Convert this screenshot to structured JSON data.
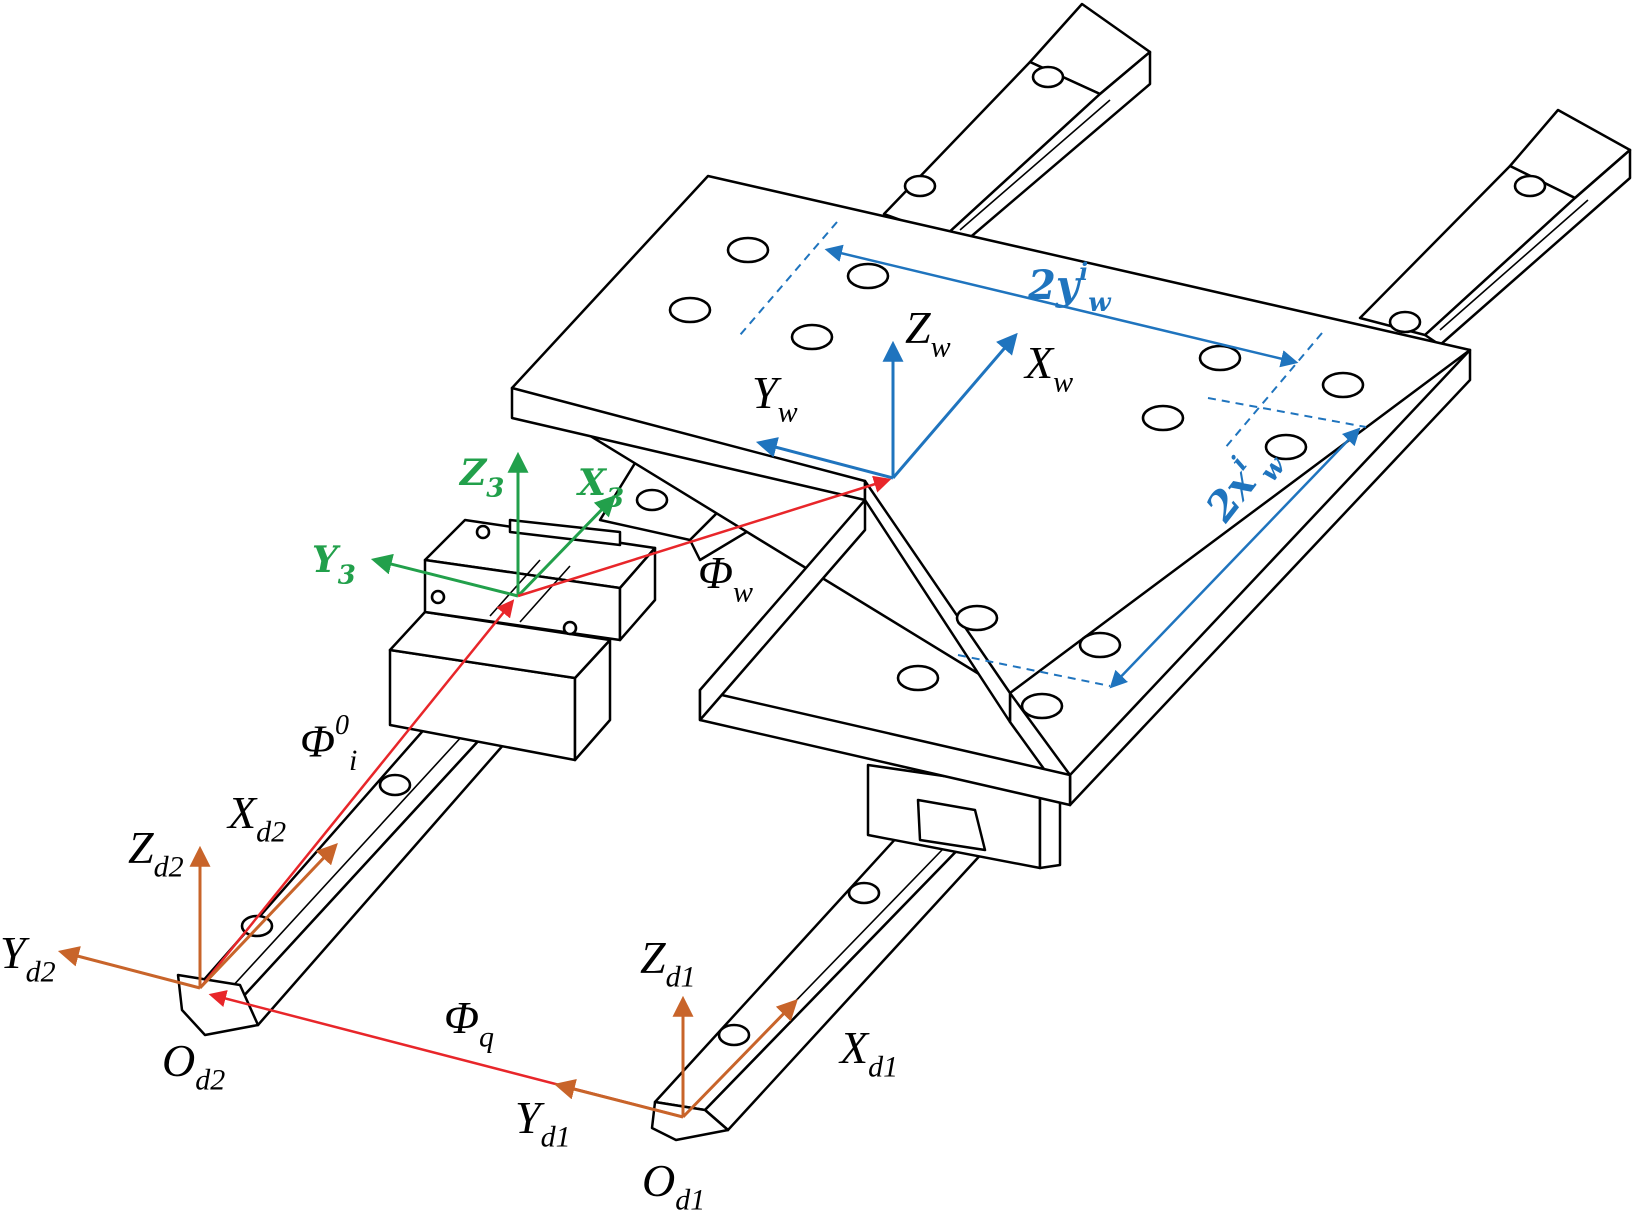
{
  "colors": {
    "red": "#e8262a",
    "blue": "#1f74be",
    "green": "#22a04b",
    "orange": "#c8642a",
    "black": "#000000"
  },
  "labels": {
    "zw": {
      "main": "Z",
      "sub": "w"
    },
    "xw": {
      "main": "X",
      "sub": "w"
    },
    "yw": {
      "main": "Y",
      "sub": "w"
    },
    "z3": {
      "main": "Z",
      "sub": "3"
    },
    "x3": {
      "main": "X",
      "sub": "3"
    },
    "y3": {
      "main": "Y",
      "sub": "3"
    },
    "phiw": {
      "main": "Φ",
      "sub": "w"
    },
    "phii0": {
      "main": "Φ",
      "sub": "i",
      "sup": "0"
    },
    "xd2": {
      "main": "X",
      "sub": "d2"
    },
    "zd2": {
      "main": "Z",
      "sub": "d2"
    },
    "yd2": {
      "main": "Y",
      "sub": "d2"
    },
    "od2": {
      "main": "O",
      "sub": "d2"
    },
    "phiq": {
      "main": "Φ",
      "sub": "q"
    },
    "zd1": {
      "main": "Z",
      "sub": "d1"
    },
    "xd1": {
      "main": "X",
      "sub": "d1"
    },
    "yd1": {
      "main": "Y",
      "sub": "d1"
    },
    "od1": {
      "main": "O",
      "sub": "d1"
    },
    "dim_y": {
      "main": "2y",
      "sub": "w",
      "sup": "i"
    },
    "dim_x": {
      "main": "2x",
      "sub": "w",
      "sup": "i"
    }
  }
}
